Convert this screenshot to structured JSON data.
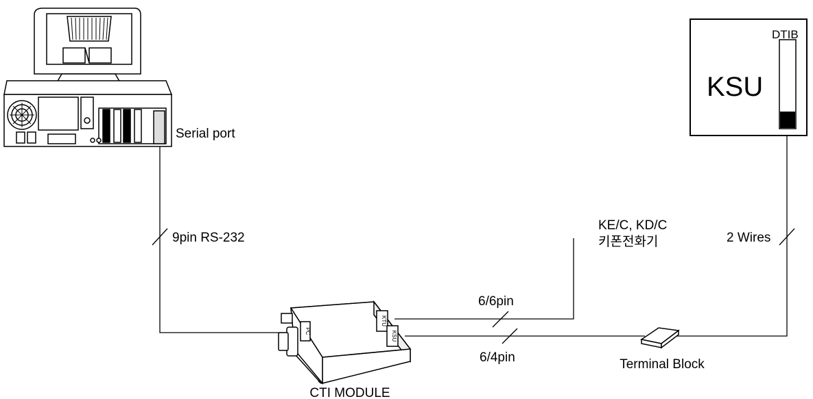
{
  "labels": {
    "serial_port": "Serial port",
    "rs232": "9pin RS-232",
    "ke_kd": "KE/C, KD/C",
    "keyphone": "키폰전화기",
    "two_wires": "2 Wires",
    "six_six": "6/6pin",
    "six_four": "6/4pin",
    "terminal_block": "Terminal Block",
    "cti_module": "CTI MODULE",
    "ksu": "KSU",
    "dtib": "DTIB"
  },
  "module_ports": {
    "pc": "PC",
    "ktu": "KTU",
    "ksu": "KSU"
  },
  "colors": {
    "line": "#000000",
    "background": "#ffffff"
  }
}
